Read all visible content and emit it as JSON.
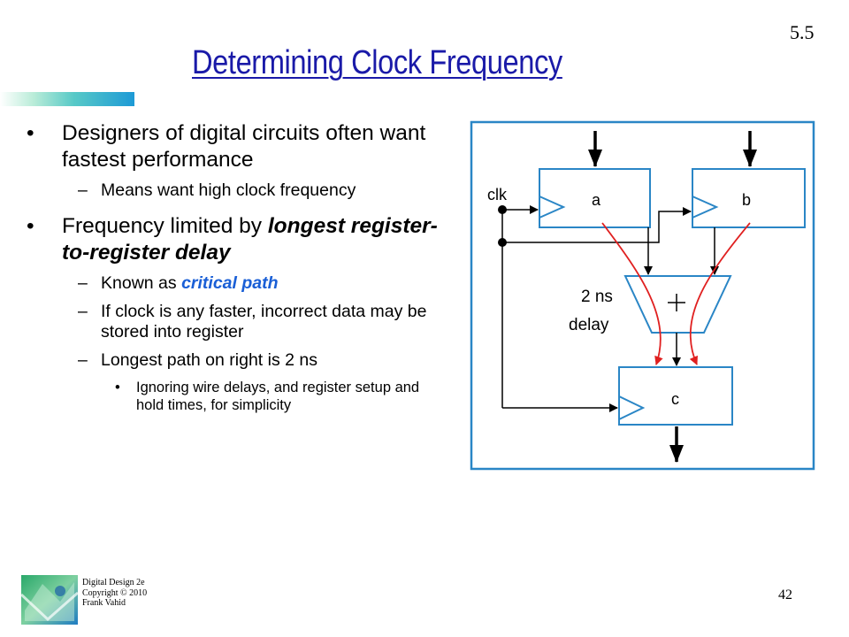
{
  "section_number": "5.5",
  "title": "Determining Clock Frequency",
  "bullets": {
    "b1_text": "Designers of digital circuits often want fastest performance",
    "b1_sub1": "Means want high clock frequency",
    "b2_prefix": "Frequency limited by ",
    "b2_emph": "longest register-to-register delay",
    "b2_sub1_prefix": "Known as ",
    "b2_sub1_emph": "critical path",
    "b2_sub2": "If clock is any faster, incorrect data may be stored into register",
    "b2_sub3": "Longest path on right is 2 ns",
    "b2_sub3_sub1": "Ignoring wire delays, and register setup and hold times, for simplicity",
    "bullet_char": "•",
    "dash_char": "–"
  },
  "diagram": {
    "clk_label": "clk",
    "reg_a_label": "a",
    "reg_b_label": "b",
    "reg_c_label": "c",
    "adder_symbol": "+",
    "delay_line1": "2 ns",
    "delay_line2": "delay",
    "frame_color": "#2a86c6",
    "critical_path_color": "#e02020"
  },
  "footer": {
    "line1": "Digital Design 2e",
    "line2": "Copyright © 2010",
    "line3": "Frank Vahid",
    "page_number": "42"
  }
}
